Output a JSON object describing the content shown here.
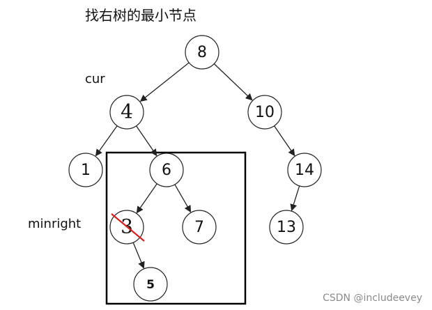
{
  "title": "找右树的最小节点",
  "labels": {
    "cur": "cur",
    "minright": "minright"
  },
  "watermark": "CSDN @includeevey",
  "colors": {
    "strike": "#d62020",
    "box": "#000000",
    "line": "#222222"
  },
  "tree": {
    "nodes": [
      {
        "id": "n8",
        "label": "8"
      },
      {
        "id": "n4",
        "label": "4"
      },
      {
        "id": "n10",
        "label": "10"
      },
      {
        "id": "n1",
        "label": "1"
      },
      {
        "id": "n6",
        "label": "6"
      },
      {
        "id": "n14",
        "label": "14"
      },
      {
        "id": "n3",
        "label": "3"
      },
      {
        "id": "n7",
        "label": "7"
      },
      {
        "id": "n13",
        "label": "13"
      },
      {
        "id": "n5",
        "label": "5"
      }
    ],
    "edges": [
      [
        "n8",
        "n4"
      ],
      [
        "n8",
        "n10"
      ],
      [
        "n4",
        "n1"
      ],
      [
        "n4",
        "n6"
      ],
      [
        "n10",
        "n14"
      ],
      [
        "n6",
        "n3"
      ],
      [
        "n6",
        "n7"
      ],
      [
        "n14",
        "n13"
      ],
      [
        "n3",
        "n5"
      ]
    ],
    "struck_node": "n3",
    "boxed_subtree_root": "n6"
  }
}
